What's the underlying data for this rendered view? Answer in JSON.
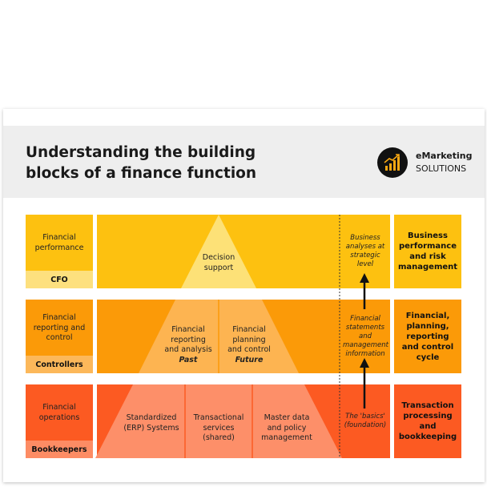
{
  "header": {
    "title_line1": "Understanding the building",
    "title_line2": "blocks of a finance function",
    "brand_name": "eMarketing",
    "brand_sub": "SOLUTIONS"
  },
  "rows": [
    {
      "function": "Financial performance",
      "role": "CFO",
      "outcome": "Business performance and risk management",
      "side_note": "Business analyses at strategic level"
    },
    {
      "function": "Financial reporting and control",
      "role": "Controllers",
      "outcome": "Financial, planning, reporting and control cycle",
      "side_note": "Financial statements and management information"
    },
    {
      "function": "Financial operations",
      "role": "Bookkeepers",
      "outcome": "Transaction processing and bookkeeping",
      "side_note": "The 'basics' (foundation)"
    }
  ],
  "pyramid": {
    "top": "Decision support",
    "middle_left": "Financial reporting and analysis",
    "middle_left_tag": "Past",
    "middle_right": "Financial planning and control",
    "middle_right_tag": "Future",
    "base": [
      "Standardized (ERP) Systems",
      "Transactional services (shared)",
      "Master data and policy management"
    ]
  },
  "colors": {
    "row1": "#fdc110",
    "row1_role": "#fde07e",
    "row2": "#fb9a08",
    "row2_role": "#fcb85a",
    "row3": "#fc5a22",
    "row3_role": "#fd8c64",
    "pyr_top": "#fde177",
    "pyr_mid": "#fdb451",
    "pyr_base": "#fd8f69",
    "header_bg": "#eeeeee",
    "logo_accent": "#f7a712"
  }
}
